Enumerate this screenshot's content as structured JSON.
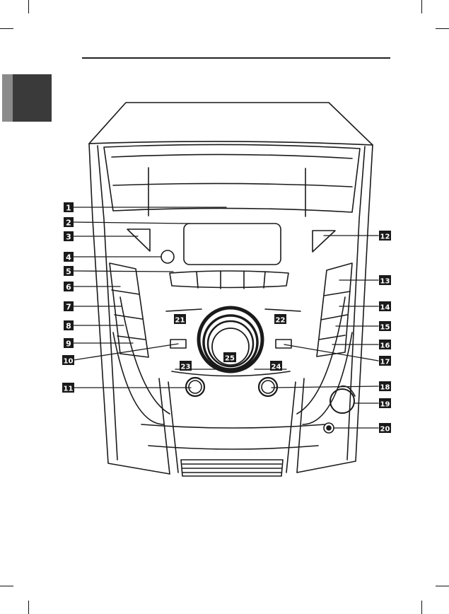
{
  "colors": {
    "ink": "#1a1a1a",
    "tab": "#3a3a3a",
    "tab_edge": "#8a8a8a",
    "badge_bg": "#1a1a1a",
    "badge_text": "#ffffff"
  },
  "callouts": {
    "c1": "1",
    "c2": "2",
    "c3": "3",
    "c4": "4",
    "c5": "5",
    "c6": "6",
    "c7": "7",
    "c8": "8",
    "c9": "9",
    "c10": "10",
    "c11": "11",
    "c12": "12",
    "c13": "13",
    "c14": "14",
    "c15": "15",
    "c16": "16",
    "c17": "17",
    "c18": "18",
    "c19": "19",
    "c20": "20",
    "c21": "21",
    "c22": "22",
    "c23": "23",
    "c24": "24",
    "c25": "25"
  }
}
